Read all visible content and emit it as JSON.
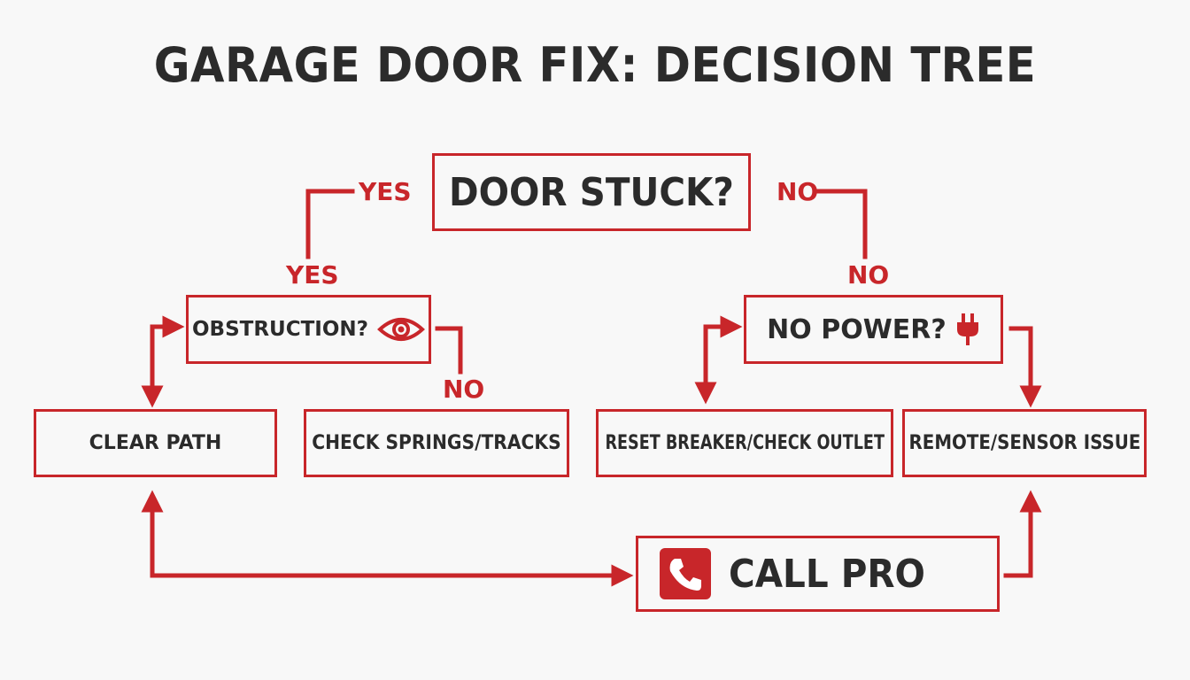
{
  "title": "GARAGE DOOR FIX: DECISION TREE",
  "colors": {
    "accent": "#c8262a",
    "text": "#2b2b2b",
    "background": "#f8f8f8"
  },
  "nodes": {
    "root": "DOOR STUCK?",
    "obstruction": {
      "label": "OBSTRUCTION?",
      "icon": "eye-icon"
    },
    "no_power": {
      "label": "NO POWER?",
      "icon": "plug-icon"
    },
    "clear_path": "CLEAR PATH",
    "check_springs": "CHECK SPRINGS/TRACKS",
    "reset_breaker": "RESET BREAKER/CHECK OUTLET",
    "remote_sensor": "REMOTE/SENSOR ISSUE",
    "call_pro": {
      "label": "CALL PRO",
      "icon": "phone-icon"
    }
  },
  "edge_labels": {
    "root_yes": "YES",
    "obstruction_yes": "YES",
    "root_no": "NO",
    "no_power_no": "NO",
    "obstruction_no": "NO"
  }
}
